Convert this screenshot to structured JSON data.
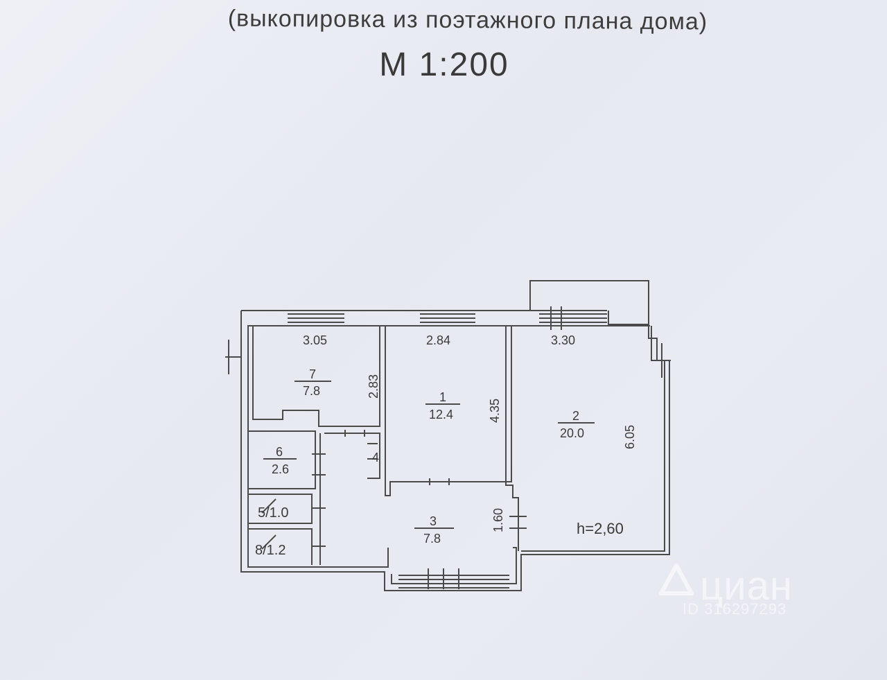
{
  "header": {
    "subtitle": "(выкопировка из поэтажного плана дома)",
    "scale": "М 1:200"
  },
  "plan": {
    "widths": {
      "room7": "3.05",
      "room1": "2.84",
      "room2": "3.30"
    },
    "heights": {
      "room7": "2.83",
      "room1": "4.35",
      "room2": "6.05",
      "room3": "1.60",
      "closet": "4"
    },
    "rooms": [
      {
        "number": "7",
        "area": "7.8"
      },
      {
        "number": "1",
        "area": "12.4"
      },
      {
        "number": "2",
        "area": "20.0"
      },
      {
        "number": "6",
        "area": "2.6"
      },
      {
        "number": "3",
        "area": "7.8"
      }
    ],
    "small_rooms": [
      {
        "label": "5/1.0"
      },
      {
        "label": "8/1.2"
      }
    ],
    "ceiling_height": "h=2,60"
  },
  "watermark": {
    "brand": "циан",
    "id": "ID 316297293"
  }
}
